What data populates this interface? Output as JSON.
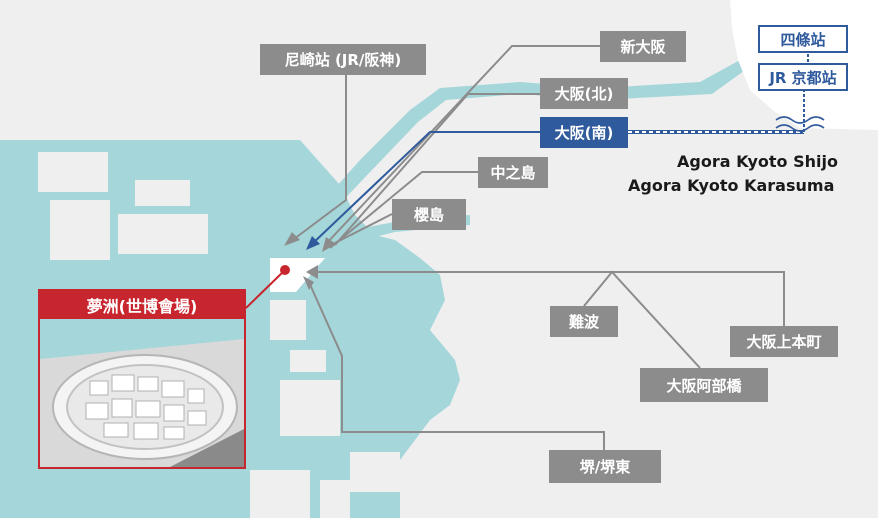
{
  "stations": {
    "amagasaki": "尼崎站 (JR/阪神)",
    "shin_osaka": "新大阪",
    "osaka_kita": "大阪(北)",
    "osaka_minami": "大阪(南)",
    "nakanoshima": "中之島",
    "sakurajima": "櫻島",
    "namba": "難波",
    "uehonmachi": "大阪上本町",
    "abenobashi": "大阪阿部橋",
    "sakai": "堺/堺東"
  },
  "kyoto": {
    "shijo": "四條站",
    "jr_kyoto": "JR 京都站"
  },
  "hotels": {
    "line1": "Agora Kyoto Shijo",
    "line2": "Agora Kyoto Karasuma"
  },
  "yumeshima": {
    "title": "夢洲(世博會場)"
  },
  "colors": {
    "water": "#a5d6da",
    "land": "#efefef",
    "route_gray": "#8c8c8c",
    "route_blue": "#2f5a9c",
    "accent_red": "#c8262e"
  }
}
